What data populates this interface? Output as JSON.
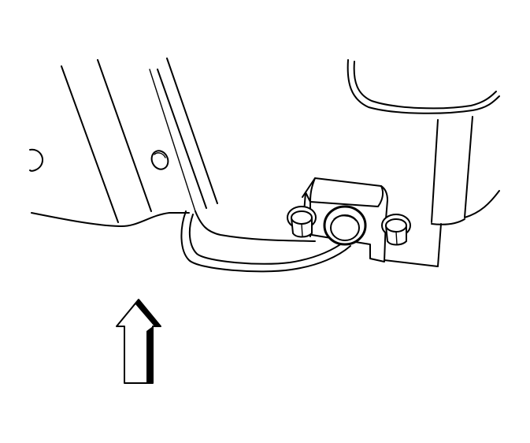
{
  "diagram": {
    "colors": {
      "line": "#000000",
      "background": "#ffffff"
    },
    "icons": [
      "up-arrow-icon",
      "bolt-icon",
      "plug-icon"
    ],
    "parts": [
      "frame-rail",
      "bracket-plate",
      "left-bolt",
      "right-bolt",
      "center-plug",
      "wire-loop",
      "housing-right"
    ]
  }
}
